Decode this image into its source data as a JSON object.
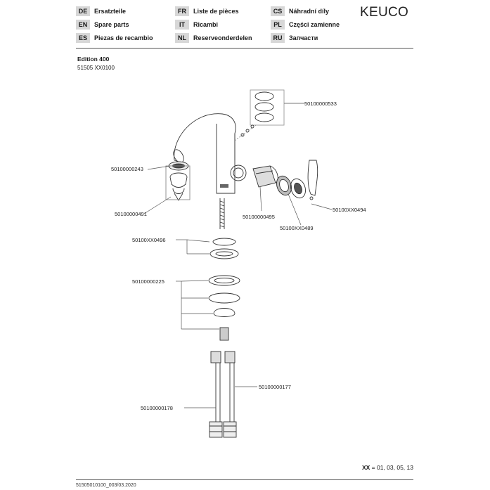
{
  "brand": "KEUCO",
  "languages": [
    {
      "code": "DE",
      "label": "Ersatzteile"
    },
    {
      "code": "EN",
      "label": "Spare parts"
    },
    {
      "code": "ES",
      "label": "Piezas de recambio"
    },
    {
      "code": "FR",
      "label": "Liste de pièces"
    },
    {
      "code": "IT",
      "label": "Ricambi"
    },
    {
      "code": "NL",
      "label": "Reserveonderdelen"
    },
    {
      "code": "CS",
      "label": "Náhradní díly"
    },
    {
      "code": "PL",
      "label": "Części zamienne"
    },
    {
      "code": "RU",
      "label": "Запчасти"
    }
  ],
  "product": {
    "title": "Edition 400",
    "article": "51505 XX0100"
  },
  "parts": {
    "p533": "50100000533",
    "p243": "50100000243",
    "p491": "50100000491",
    "p495": "50100000495",
    "p489": "50100XX0489",
    "p494": "50100XX0494",
    "p496": "50100XX0496",
    "p225": "50100000225",
    "p177": "50100000177",
    "p178": "50100000178"
  },
  "variants": {
    "key": "XX",
    "values": "= 01, 03, 05, 13"
  },
  "footer": "51505010100_003/03.2020"
}
